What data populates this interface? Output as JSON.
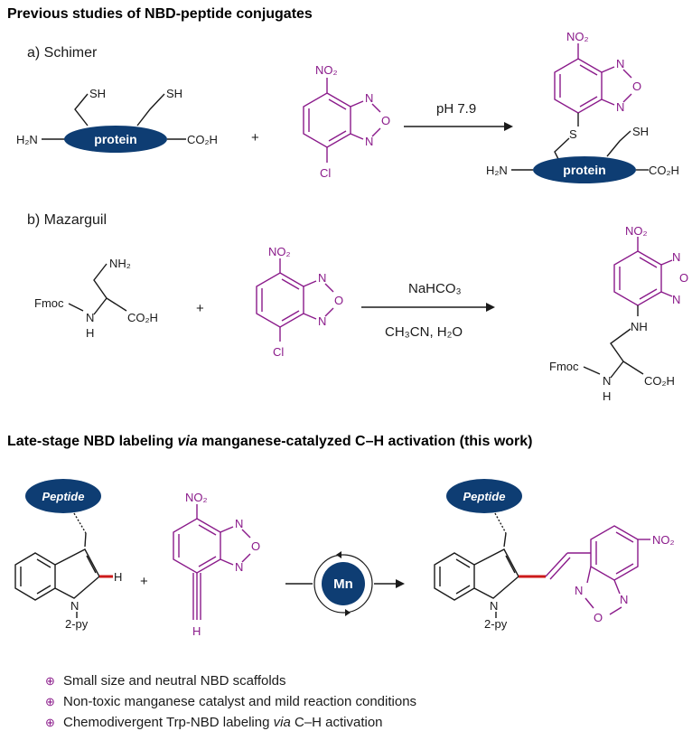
{
  "colors": {
    "nbd": "#8a1a8a",
    "protein_fill": "#0e3d73",
    "new_bond": "#cc1a1a",
    "text": "#1a1a1a"
  },
  "headings": {
    "previous": "Previous studies of NBD-peptide conjugates",
    "latestage_pre": "Late-stage NBD labeling ",
    "latestage_via": "via",
    "latestage_post": " manganese-catalyzed C–H activation (this work)"
  },
  "scheme_a": {
    "label": "a) Schimer",
    "protein": "protein",
    "sh": "SH",
    "s": "S",
    "h2n": "H₂N",
    "co2h": "CO₂H",
    "plus": "+",
    "condition": "pH 7.9",
    "no2": "NO₂",
    "n": "N",
    "o": "O",
    "cl": "Cl"
  },
  "scheme_b": {
    "label": "b) Mazarguil",
    "nh2": "NH₂",
    "fmoc": "Fmoc",
    "nh_h": "H",
    "n": "N",
    "co2h": "CO₂H",
    "plus": "+",
    "reagent": "NaHCO₃",
    "solvent": "CH₃CN, H₂O",
    "no2": "NO₂",
    "o": "O",
    "cl": "Cl",
    "nh": "NH"
  },
  "scheme_c": {
    "peptide": "Peptide",
    "h": "H",
    "n": "N",
    "o": "O",
    "two_py": "2-py",
    "plus": "+",
    "catalyst": "Mn",
    "no2": "NO₂",
    "alkyne_h": "H"
  },
  "bullets": {
    "symbol": "⊕",
    "item1": "Small size and neutral NBD scaffolds",
    "item2": "Non-toxic manganese catalyst and mild reaction conditions",
    "item3_pre": "Chemodivergent Trp-NBD labeling ",
    "item3_via": "via",
    "item3_post": " C–H activation"
  }
}
